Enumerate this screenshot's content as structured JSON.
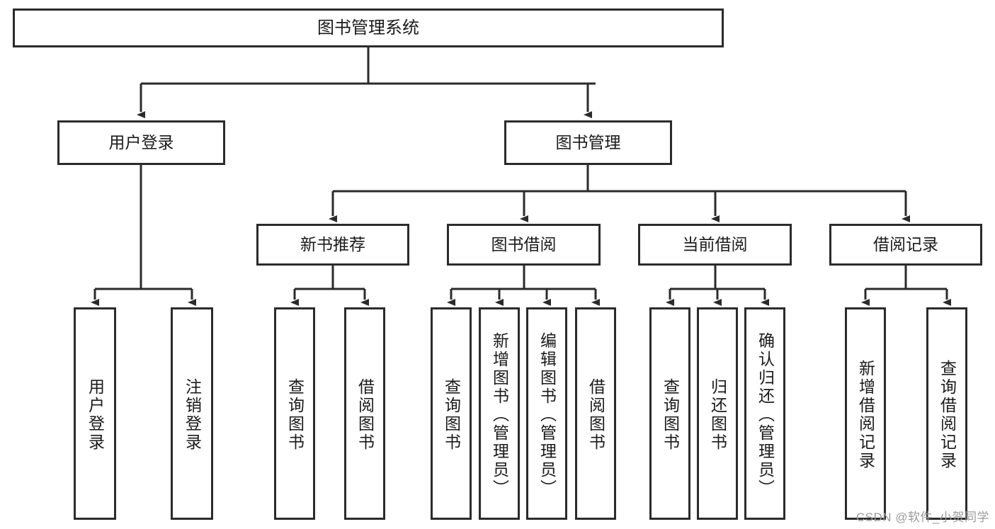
{
  "diagram": {
    "title": "图书管理系统",
    "watermark": "CSDN @软件_小贺同学",
    "line_color": "#2b2b2b",
    "box_border_color": "#2b2b2b",
    "box_fill_color": "#ffffff",
    "nodes": {
      "root": {
        "label": "图书管理系统"
      },
      "level1": [
        {
          "label": "用户登录"
        },
        {
          "label": "图书管理"
        }
      ],
      "level2": [
        {
          "label": "新书推荐"
        },
        {
          "label": "图书借阅"
        },
        {
          "label": "当前借阅"
        },
        {
          "label": "借阅记录"
        }
      ],
      "leaves": {
        "user_login": [
          {
            "label": "用户登录"
          },
          {
            "label": "注销登录"
          }
        ],
        "new_book": [
          {
            "label": "查询图书"
          },
          {
            "label": "借阅图书"
          }
        ],
        "borrow": [
          {
            "label": "查询图书"
          },
          {
            "label": "新增图书（管理员）"
          },
          {
            "label": "编辑图书（管理员）"
          },
          {
            "label": "借阅图书"
          }
        ],
        "current": [
          {
            "label": "查询图书"
          },
          {
            "label": "归还图书"
          },
          {
            "label": "确认归还（管理员）"
          }
        ],
        "records": [
          {
            "label": "新增借阅记录"
          },
          {
            "label": "查询借阅记录"
          }
        ]
      }
    }
  }
}
